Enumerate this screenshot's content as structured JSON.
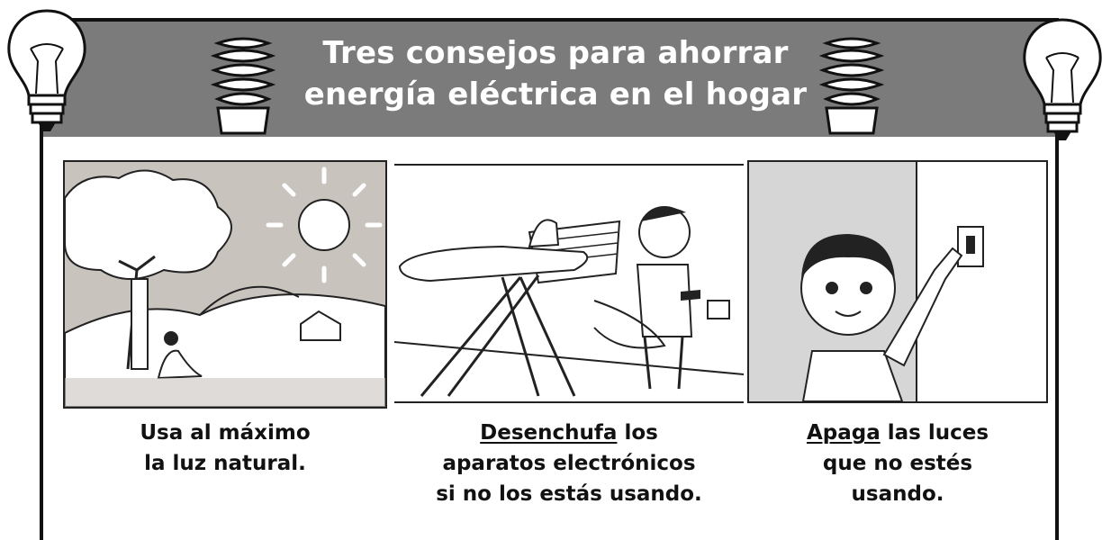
{
  "poster": {
    "title_line1": "Tres consejos para ahorrar",
    "title_line2": "energía eléctrica en el hogar",
    "colors": {
      "band": "#7b7b7b",
      "title_text": "#ffffff",
      "frame": "#111111"
    }
  },
  "tips": [
    {
      "icon": "sun-tree-landscape-icon",
      "caption_line1": "Usa al máximo",
      "caption_line2": "la luz natural."
    },
    {
      "icon": "unplug-iron-icon",
      "caption_verb": "Desenchufa",
      "caption_rest1": " los",
      "caption_line2": "aparatos electrónicos",
      "caption_line3": "si no los estás usando."
    },
    {
      "icon": "light-switch-boy-icon",
      "caption_verb": "Apaga",
      "caption_rest1": " las luces",
      "caption_line2": "que no estés",
      "caption_line3": "usando."
    }
  ]
}
